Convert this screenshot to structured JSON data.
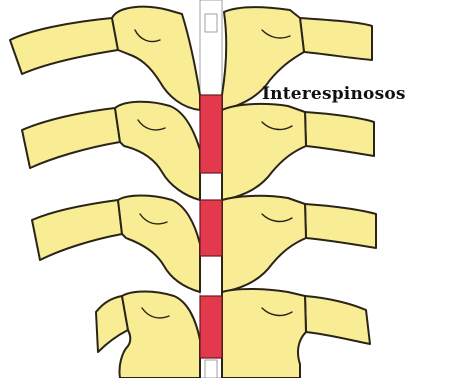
{
  "label": {
    "text": "Interespinosos",
    "refers_to": "interspinous-ligaments"
  },
  "colors": {
    "bone": "#f8ec94",
    "bone_outline": "#2a2418",
    "ligament": "#e23a4c",
    "background": "#ffffff"
  },
  "structures": {
    "vertebra_count": 4,
    "ligament_count": 3
  }
}
